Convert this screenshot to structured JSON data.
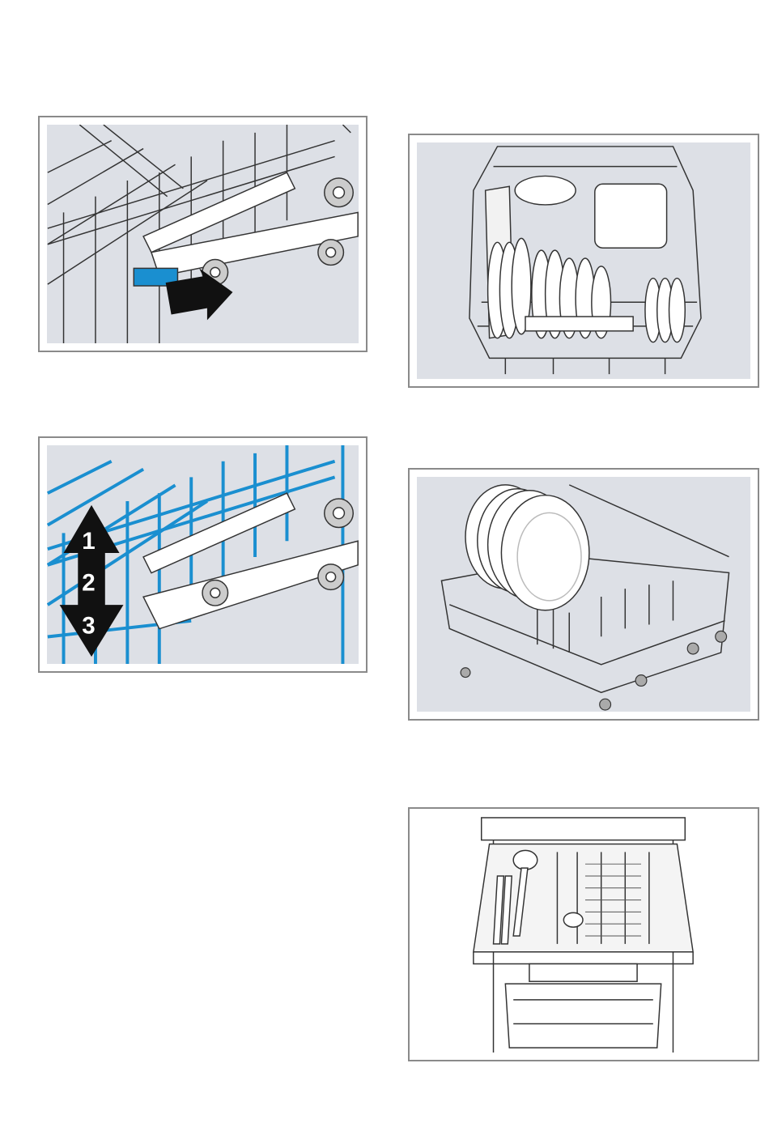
{
  "figures": [
    {
      "id": "rack-release-lever"
    },
    {
      "id": "rack-height-adjust",
      "height_levels": [
        "1",
        "2",
        "3"
      ]
    },
    {
      "id": "upper-basket-loaded"
    },
    {
      "id": "lower-basket-plates"
    },
    {
      "id": "cutlery-drawer"
    }
  ],
  "colors": {
    "frame": "#8a8a8a",
    "panel": "#dde0e6",
    "accent": "#1a8fd0"
  }
}
